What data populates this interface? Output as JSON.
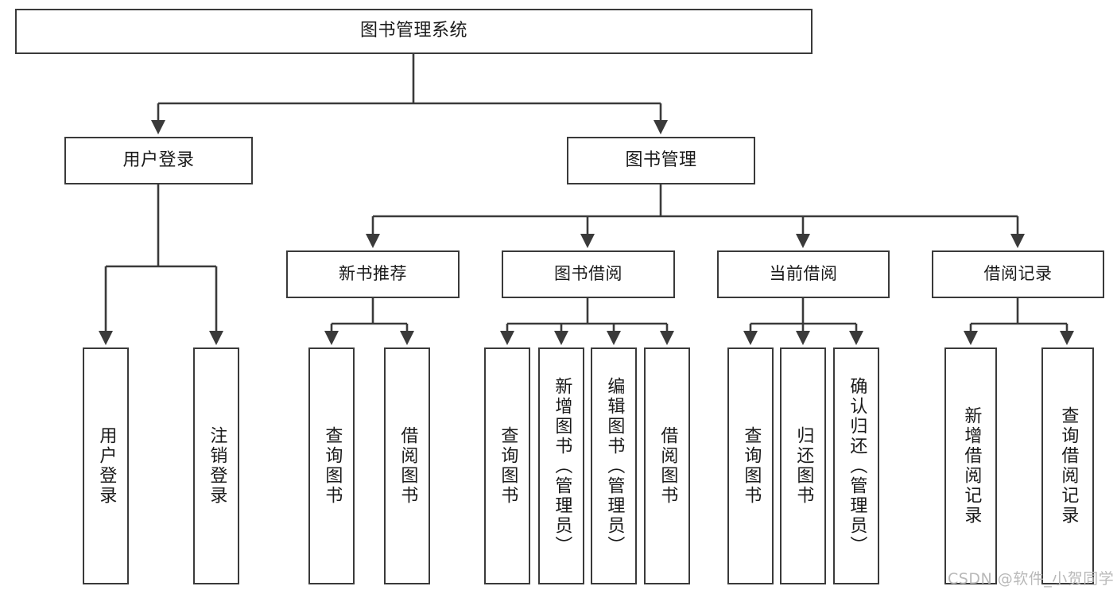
{
  "diagram": {
    "type": "hierarchy-tree",
    "title": "图书管理系统",
    "watermark": "CSDN @软件_小贺同学",
    "colors": {
      "background": "#ffffff",
      "box_border": "#3a3a3a",
      "connector": "#3a3a3a",
      "text": "#1a1a1a",
      "watermark": "#b9b9b9"
    },
    "nodes": {
      "root": {
        "label": "图书管理系统"
      },
      "level1": [
        {
          "label": "用户登录"
        },
        {
          "label": "图书管理"
        }
      ],
      "level2": [
        {
          "label": "新书推荐"
        },
        {
          "label": "图书借阅"
        },
        {
          "label": "当前借阅"
        },
        {
          "label": "借阅记录"
        }
      ],
      "leaves": {
        "user_login": [
          {
            "label": "用户登录"
          },
          {
            "label": "注销登录"
          }
        ],
        "new_book_recommend": [
          {
            "label": "查询图书"
          },
          {
            "label": "借阅图书"
          }
        ],
        "book_borrow": [
          {
            "label": "查询图书"
          },
          {
            "label": "新增图书（管理员）"
          },
          {
            "label": "编辑图书（管理员）"
          },
          {
            "label": "借阅图书"
          }
        ],
        "current_borrow": [
          {
            "label": "查询图书"
          },
          {
            "label": "归还图书"
          },
          {
            "label": "确认归还（管理员）"
          }
        ],
        "borrow_record": [
          {
            "label": "新增借阅记录"
          },
          {
            "label": "查询借阅记录"
          }
        ]
      }
    }
  }
}
